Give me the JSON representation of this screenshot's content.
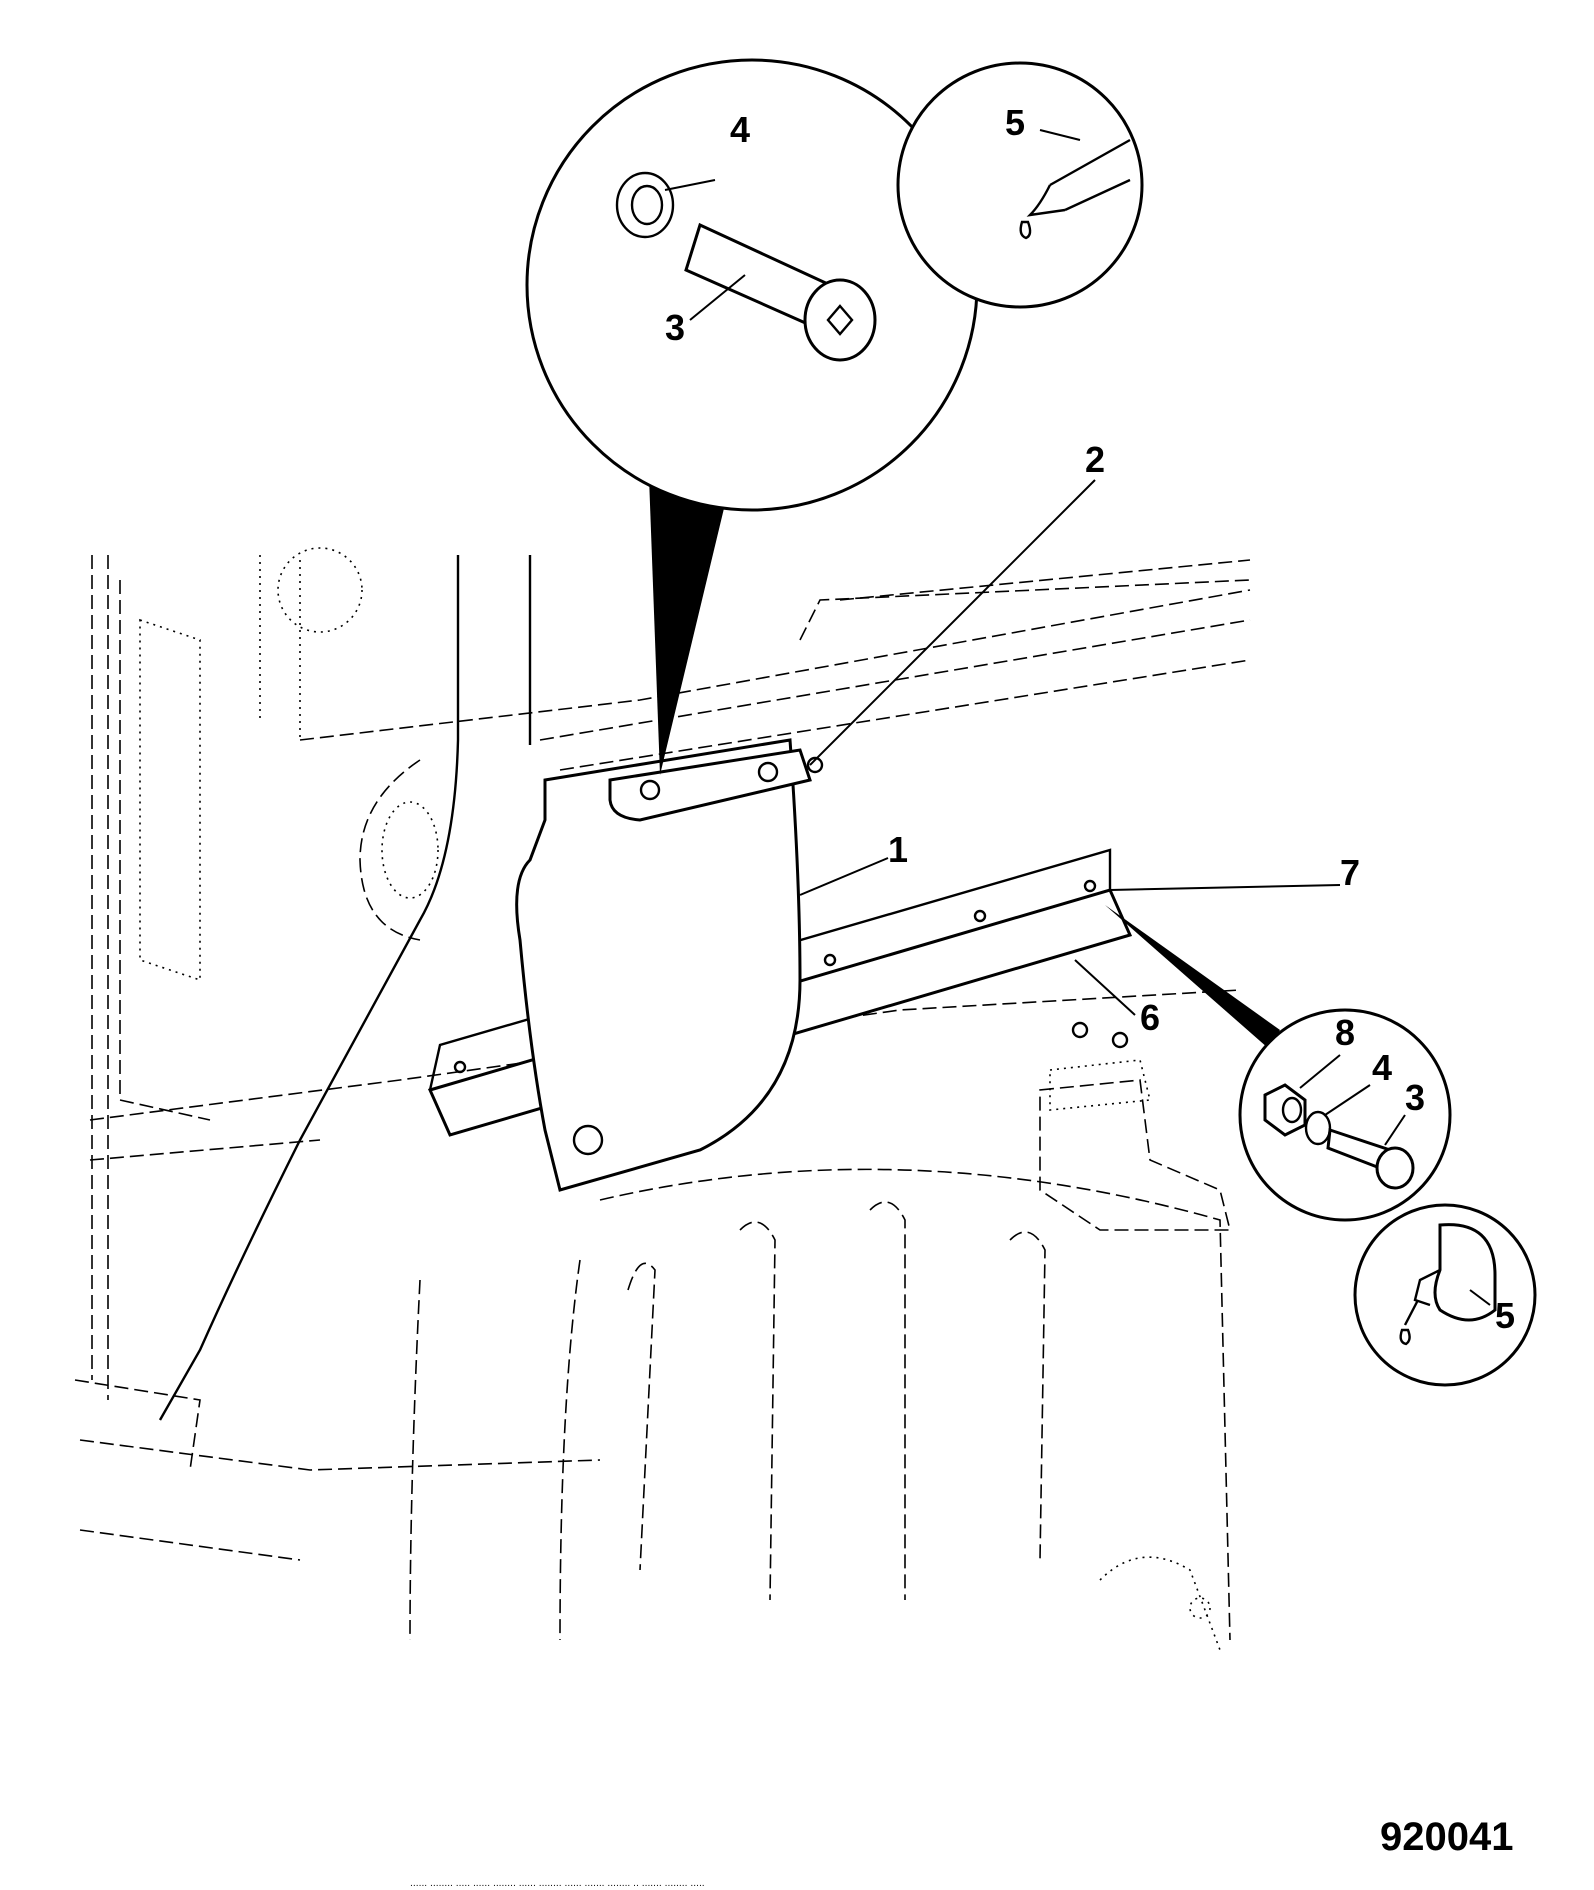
{
  "callouts": {
    "c1": "1",
    "c2": "2",
    "c3_detail": "3",
    "c4_detail": "4",
    "c5_detail": "5",
    "c6": "6",
    "c7": "7",
    "c8_right": "8",
    "c4_right": "4",
    "c3_right": "3",
    "c5_right": "5"
  },
  "figure_number": "920041",
  "footer_text": "...... ........ ..... ...... ........ ...... ........ ...... ....... ........ .. ....... ........ ....."
}
